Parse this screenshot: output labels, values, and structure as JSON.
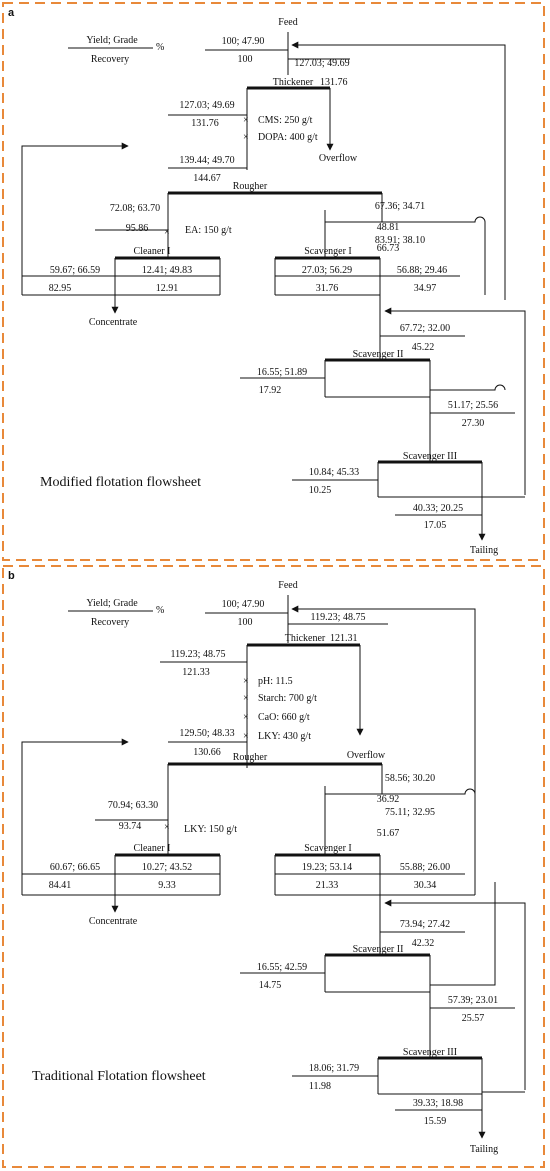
{
  "panel_a": {
    "letter": "a",
    "legend": {
      "top": "Yield; Grade",
      "bottom": "Recovery",
      "unit": "%"
    },
    "feed": "Feed",
    "feed_top": "100; 47.90",
    "feed_bottom": "100",
    "recycle_in_top": "127.03; 49.69",
    "thickener": "Thickener",
    "thickener_value": "131.76",
    "thick_out_top": "127.03; 49.69",
    "thick_out_bottom": "131.76",
    "reagents": [
      "CMS: 250 g/t",
      "DOPA: 400 g/t"
    ],
    "overflow": "Overflow",
    "rougher_feed_top": "139.44; 49.70",
    "rougher_feed_bottom": "144.67",
    "rougher": "Rougher",
    "rougher_conc_top": "72.08; 63.70",
    "rougher_conc_bottom": "95.86",
    "cleaner_reagent": "EA: 150 g/t",
    "rougher_tail_top": "67.36; 34.71",
    "rougher_tail_bottom": "48.81",
    "scav1_feed_top": "83.91; 38.10",
    "scav1_feed_bottom": "66.73",
    "cleaner": "Cleaner I",
    "cleaner_in_top": "12.41; 49.83",
    "cleaner_in_bottom": "12.91",
    "concentrate_top": "59.67; 66.59",
    "concentrate_bottom": "82.95",
    "concentrate": "Concentrate",
    "scav1": "Scavenger I",
    "scav1_conc_top": "27.03; 56.29",
    "scav1_conc_bottom": "31.76",
    "scav1_tail_top": "56.88; 29.46",
    "scav1_tail_bottom": "34.97",
    "scav2_feed_top": "67.72; 32.00",
    "scav2_feed_bottom": "45.22",
    "scav2": "Scavenger II",
    "scav2_conc_top": "16.55; 51.89",
    "scav2_conc_bottom": "17.92",
    "scav2_tail_top": "51.17; 25.56",
    "scav2_tail_bottom": "27.30",
    "scav3": "Scavenger III",
    "scav3_conc_top": "10.84; 45.33",
    "scav3_conc_bottom": "10.25",
    "tailing_top": "40.33; 20.25",
    "tailing_bottom": "17.05",
    "tailing": "Tailing",
    "title": "Modified flotation flowsheet"
  },
  "panel_b": {
    "letter": "b",
    "legend": {
      "top": "Yield; Grade",
      "bottom": "Recovery",
      "unit": "%"
    },
    "feed": "Feed",
    "feed_top": "100; 47.90",
    "feed_bottom": "100",
    "recycle_in_top": "119.23; 48.75",
    "thickener": "Thickener",
    "thickener_value": "121.31",
    "thick_out_top": "119.23; 48.75",
    "thick_out_bottom": "121.33",
    "reagents": [
      "pH: 11.5",
      "Starch: 700 g/t",
      "CaO: 660 g/t",
      "LKY: 430 g/t"
    ],
    "overflow": "Overflow",
    "rougher_feed_top": "129.50; 48.33",
    "rougher_feed_bottom": "130.66",
    "rougher": "Rougher",
    "rougher_conc_top": "70.94; 63.30",
    "rougher_conc_bottom": "93.74",
    "cleaner_reagent": "LKY: 150 g/t",
    "rougher_tail_top": "58.56; 30.20",
    "rougher_tail_bottom": "36.92",
    "scav1_feed_top": "75.11; 32.95",
    "scav1_feed_bottom": "51.67",
    "cleaner": "Cleaner I",
    "cleaner_in_top": "10.27; 43.52",
    "cleaner_in_bottom": "9.33",
    "concentrate_top": "60.67; 66.65",
    "concentrate_bottom": "84.41",
    "concentrate": "Concentrate",
    "scav1": "Scavenger I",
    "scav1_conc_top": "19.23; 53.14",
    "scav1_conc_bottom": "21.33",
    "scav1_tail_top": "55.88; 26.00",
    "scav1_tail_bottom": "30.34",
    "scav2_feed_top": "73.94; 27.42",
    "scav2_feed_bottom": "42.32",
    "scav2": "Scavenger II",
    "scav2_conc_top": "16.55; 42.59",
    "scav2_conc_bottom": "14.75",
    "scav2_tail_top": "57.39; 23.01",
    "scav2_tail_bottom": "25.57",
    "scav3": "Scavenger III",
    "scav3_conc_top": "18.06; 31.79",
    "scav3_conc_bottom": "11.98",
    "tailing_top": "39.33; 18.98",
    "tailing_bottom": "15.59",
    "tailing": "Tailing",
    "title": "Traditional Flotation flowsheet"
  },
  "colors": {
    "border": "#e8893a",
    "line": "#111111"
  }
}
